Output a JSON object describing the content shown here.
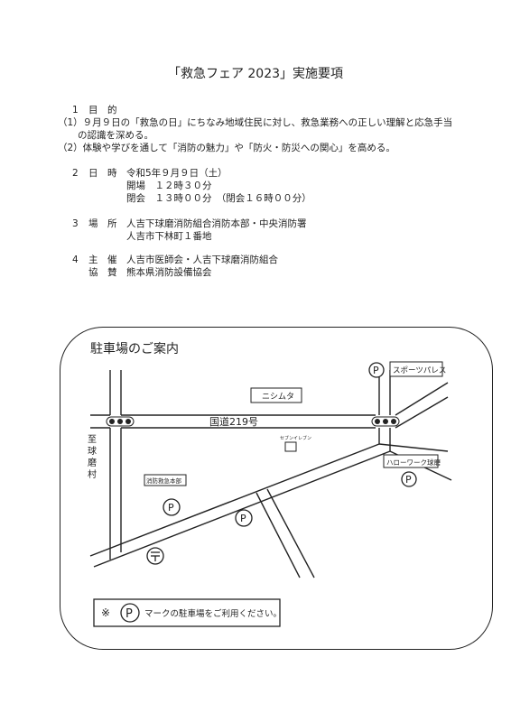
{
  "title": "「救急フェア 2023」実施要項",
  "sections": {
    "purpose": {
      "num": "1",
      "label": "目　的",
      "items": [
        "（1）９月９日の「救急の日」にちなみ地域住民に対し、救急業務への正しい理解と応急手当",
        "の認識を深める。",
        "（2）体験や学びを通して「消防の魅力」や「防火・防災への関心」を高める。"
      ]
    },
    "datetime": {
      "num": "2",
      "label": "日　時",
      "lines": [
        "令和5年９月９日（土）",
        "開場　１２時３０分",
        "閉会　１３時００分　（閉会１６時００分）"
      ]
    },
    "place": {
      "num": "3",
      "label": "場　所",
      "lines": [
        "人吉下球磨消防組合消防本部・中央消防署",
        "人吉市下林町１番地"
      ]
    },
    "organizer": {
      "num": "4",
      "label": "主　催",
      "value": "人吉市医師会・人吉下球磨消防組合",
      "label2": "協　賛",
      "value2": "熊本県消防設備協会"
    }
  },
  "map": {
    "heading": "駐車場のご案内",
    "road_label": "国道219号",
    "direction_label": [
      "至",
      "球",
      "磨",
      "村"
    ],
    "landmarks": {
      "nishimuta": "ニシムタ",
      "sports": "スポーツパレス",
      "hellowork": "ハローワーク球磨",
      "seven": "セブンイレブン",
      "fire_station": "消防救急本部"
    },
    "parking_symbol": "P",
    "note_mark": "※",
    "note_text": "マークの駐車場をご利用ください。"
  }
}
